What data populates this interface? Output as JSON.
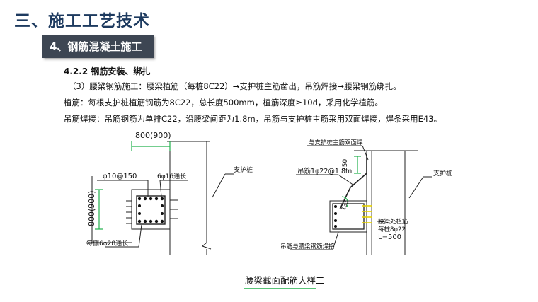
{
  "header": {
    "title": "三、施工工艺技术",
    "subtitle": "4、钢筋混凝土施工"
  },
  "section": {
    "heading": "4.2.2 钢筋安装、绑扎",
    "lines": [
      "（3）腰梁钢筋施工：腰梁植筋（每桩8C22）→支护桩主筋凿出，吊筋焊接→腰梁钢筋绑扎。",
      "植筋：每根支护桩植筋钢筋为8C22，总长度500mm，植筋深度≥10d，采用化学植筋。",
      "吊筋焊接：吊筋钢筋为单排C22，沿腰梁间距为1.8m，吊筋与支护桩主筋采用双面焊接，焊条采用E43。"
    ]
  },
  "left_drawing": {
    "dim_top": "800(900)",
    "stirrup": "φ10@150",
    "top_bars": "6φ16通长",
    "dim_left": "800(900)",
    "bottom_bars": "每侧6φ28通长",
    "pile_label": "支护桩"
  },
  "right_drawing": {
    "weld_note": "与支护桩主筋双面焊",
    "hanger": "吊筋1φ22@1.8m",
    "dim_250": "250",
    "dim_135": "135",
    "pile_label": "支护桩",
    "anchor_bar_1": "腰梁处植筋",
    "anchor_bar_2": "每桩8φ22",
    "anchor_bar_3": "L=500",
    "weld_bottom": "吊筋与腰梁钢筋焊接"
  },
  "caption": "腰梁截面配筋大样二",
  "colors": {
    "title": "#1d3a5f",
    "subtitle_bg": "#3d4653",
    "dim_green": "#22b14c",
    "bar_yellow": "#e6d200",
    "caption_underline": "#22b14c"
  }
}
